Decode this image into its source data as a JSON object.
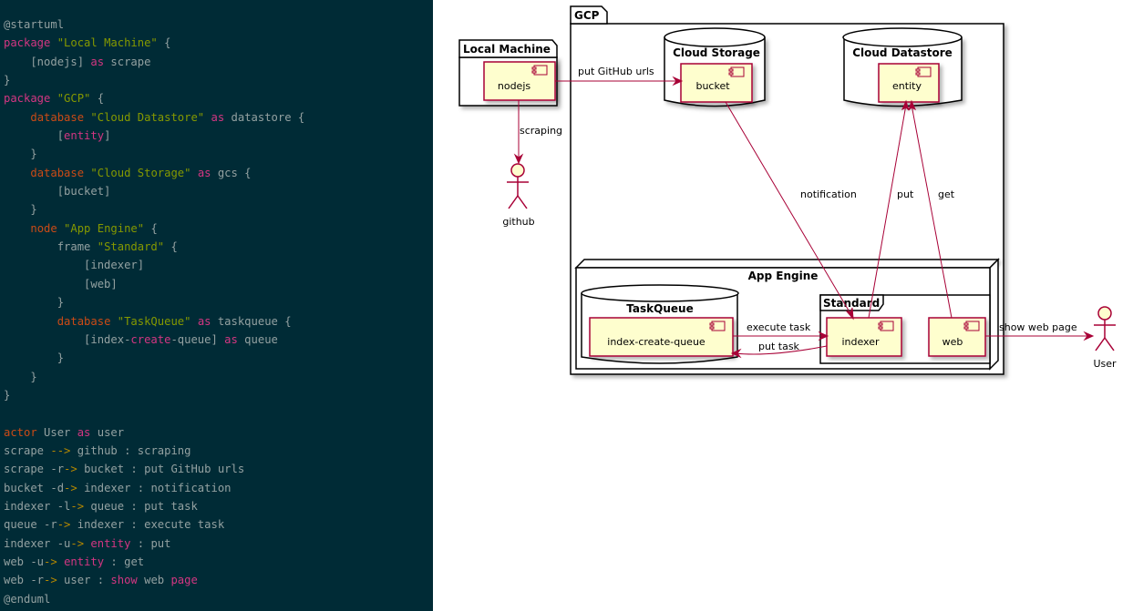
{
  "editor": {
    "lines": [
      [
        {
          "t": "@startuml",
          "c": "plain"
        }
      ],
      [
        {
          "t": "package ",
          "c": "pkg"
        },
        {
          "t": "\"Local Machine\"",
          "c": "str"
        },
        {
          "t": " {",
          "c": "plain"
        }
      ],
      [
        {
          "t": "    [nodejs] ",
          "c": "plain"
        },
        {
          "t": "as",
          "c": "as"
        },
        {
          "t": " scrape",
          "c": "plain"
        }
      ],
      [
        {
          "t": "}",
          "c": "plain"
        }
      ],
      [
        {
          "t": "package ",
          "c": "pkg"
        },
        {
          "t": "\"GCP\"",
          "c": "str"
        },
        {
          "t": " {",
          "c": "plain"
        }
      ],
      [
        {
          "t": "    ",
          "c": "plain"
        },
        {
          "t": "database ",
          "c": "kw"
        },
        {
          "t": "\"Cloud Datastore\"",
          "c": "str"
        },
        {
          "t": " ",
          "c": "plain"
        },
        {
          "t": "as",
          "c": "as"
        },
        {
          "t": " datastore {",
          "c": "plain"
        }
      ],
      [
        {
          "t": "        [",
          "c": "plain"
        },
        {
          "t": "entity",
          "c": "ent"
        },
        {
          "t": "]",
          "c": "plain"
        }
      ],
      [
        {
          "t": "    }",
          "c": "plain"
        }
      ],
      [
        {
          "t": "    ",
          "c": "plain"
        },
        {
          "t": "database ",
          "c": "kw"
        },
        {
          "t": "\"Cloud Storage\"",
          "c": "str"
        },
        {
          "t": " ",
          "c": "plain"
        },
        {
          "t": "as",
          "c": "as"
        },
        {
          "t": " gcs {",
          "c": "plain"
        }
      ],
      [
        {
          "t": "        [bucket]",
          "c": "plain"
        }
      ],
      [
        {
          "t": "    }",
          "c": "plain"
        }
      ],
      [
        {
          "t": "    ",
          "c": "plain"
        },
        {
          "t": "node ",
          "c": "kw"
        },
        {
          "t": "\"App Engine\"",
          "c": "str"
        },
        {
          "t": " {",
          "c": "plain"
        }
      ],
      [
        {
          "t": "        frame ",
          "c": "plain"
        },
        {
          "t": "\"Standard\"",
          "c": "str"
        },
        {
          "t": " {",
          "c": "plain"
        }
      ],
      [
        {
          "t": "            [indexer]",
          "c": "plain"
        }
      ],
      [
        {
          "t": "            [web]",
          "c": "plain"
        }
      ],
      [
        {
          "t": "        }",
          "c": "plain"
        }
      ],
      [
        {
          "t": "        ",
          "c": "plain"
        },
        {
          "t": "database ",
          "c": "kw"
        },
        {
          "t": "\"TaskQueue\"",
          "c": "str"
        },
        {
          "t": " ",
          "c": "plain"
        },
        {
          "t": "as",
          "c": "as"
        },
        {
          "t": " taskqueue {",
          "c": "plain"
        }
      ],
      [
        {
          "t": "            [index-",
          "c": "plain"
        },
        {
          "t": "create",
          "c": "ent"
        },
        {
          "t": "-queue] ",
          "c": "plain"
        },
        {
          "t": "as",
          "c": "as"
        },
        {
          "t": " queue",
          "c": "plain"
        }
      ],
      [
        {
          "t": "        }",
          "c": "plain"
        }
      ],
      [
        {
          "t": "    }",
          "c": "plain"
        }
      ],
      [
        {
          "t": "}",
          "c": "plain"
        }
      ],
      [
        {
          "t": "",
          "c": "plain"
        }
      ],
      [
        {
          "t": "actor ",
          "c": "kw"
        },
        {
          "t": "User ",
          "c": "plain"
        },
        {
          "t": "as",
          "c": "as"
        },
        {
          "t": " user",
          "c": "plain"
        }
      ],
      [
        {
          "t": "scrape ",
          "c": "plain"
        },
        {
          "t": "-->",
          "c": "arr"
        },
        {
          "t": " github : scraping",
          "c": "plain"
        }
      ],
      [
        {
          "t": "scrape -r",
          "c": "plain"
        },
        {
          "t": "->",
          "c": "arr"
        },
        {
          "t": " bucket : put GitHub urls",
          "c": "plain"
        }
      ],
      [
        {
          "t": "bucket -d",
          "c": "plain"
        },
        {
          "t": "->",
          "c": "arr"
        },
        {
          "t": " indexer : notification",
          "c": "plain"
        }
      ],
      [
        {
          "t": "indexer -l",
          "c": "plain"
        },
        {
          "t": "->",
          "c": "arr"
        },
        {
          "t": " queue : put task",
          "c": "plain"
        }
      ],
      [
        {
          "t": "queue -r",
          "c": "plain"
        },
        {
          "t": "->",
          "c": "arr"
        },
        {
          "t": " indexer : execute task",
          "c": "plain"
        }
      ],
      [
        {
          "t": "indexer -u",
          "c": "plain"
        },
        {
          "t": "->",
          "c": "arr"
        },
        {
          "t": " ",
          "c": "plain"
        },
        {
          "t": "entity",
          "c": "ent"
        },
        {
          "t": " : put",
          "c": "plain"
        }
      ],
      [
        {
          "t": "web -u",
          "c": "plain"
        },
        {
          "t": "->",
          "c": "arr"
        },
        {
          "t": " ",
          "c": "plain"
        },
        {
          "t": "entity",
          "c": "ent"
        },
        {
          "t": " : get",
          "c": "plain"
        }
      ],
      [
        {
          "t": "web -r",
          "c": "plain"
        },
        {
          "t": "->",
          "c": "arr"
        },
        {
          "t": " user : ",
          "c": "plain"
        },
        {
          "t": "show",
          "c": "ent"
        },
        {
          "t": " web ",
          "c": "plain"
        },
        {
          "t": "page",
          "c": "ent"
        }
      ],
      [
        {
          "t": "@enduml",
          "c": "plain"
        }
      ]
    ]
  },
  "diagram": {
    "packages": {
      "local_machine": "Local Machine",
      "gcp": "GCP",
      "cloud_storage": "Cloud Storage",
      "cloud_datastore": "Cloud Datastore",
      "app_engine": "App Engine",
      "standard": "Standard",
      "task_queue": "TaskQueue"
    },
    "components": {
      "nodejs": "nodejs",
      "bucket": "bucket",
      "entity": "entity",
      "queue": "index-create-queue",
      "indexer": "indexer",
      "web": "web"
    },
    "actors": {
      "github": "github",
      "user": "User"
    },
    "edges": {
      "scraping": "scraping",
      "put_urls": "put GitHub urls",
      "notification": "notification",
      "put": "put",
      "get": "get",
      "execute_task": "execute task",
      "put_task": "put task",
      "show_web_page": "show web page"
    },
    "colors": {
      "component_fill": "#fefece",
      "component_border": "#a80036",
      "arrow": "#a80036",
      "editor_bg": "#002b36"
    }
  }
}
